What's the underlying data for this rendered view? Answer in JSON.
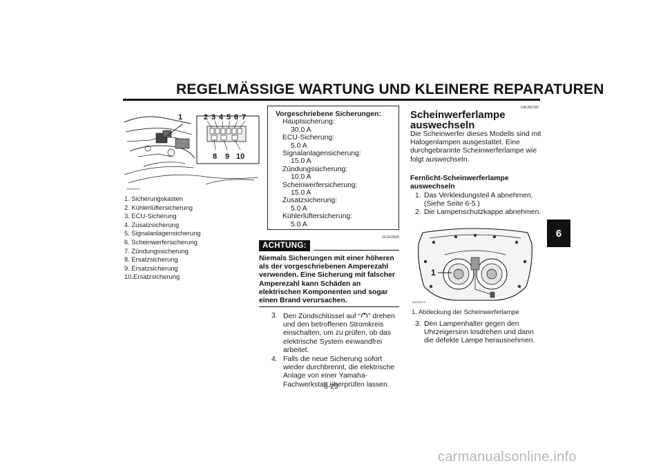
{
  "header": {
    "title": "REGELMÄSSIGE WARTUNG UND KLEINERE REPARATUREN"
  },
  "chapter_tab": {
    "label": "6"
  },
  "left": {
    "figure": {
      "code": "ZAUM0070",
      "callouts": [
        "1",
        "2",
        "3",
        "4",
        "5",
        "6",
        "7",
        "8",
        "9",
        "10"
      ]
    },
    "caption_items": [
      "1.  Sicherungskasten",
      "2.  Kühlerlüftersicherung",
      "3.  ECU-Sicherung",
      "4.  Zusatzsicherung",
      "5.  Signalanlagensicherung",
      "6.  Scheinwerfersicherung",
      "7.  Zündungssicherung",
      "8.  Ersatzsicherung",
      "9.  Ersatzsicherung",
      "10.Ersatzsicherung"
    ]
  },
  "middle": {
    "spec": {
      "title": "Vorgeschriebene Sicherungen:",
      "rows": [
        {
          "name": "Hauptsicherung:",
          "value": "30.0 A"
        },
        {
          "name": "ECU-Sicherung:",
          "value": "5.0 A"
        },
        {
          "name": "Signalanlagensicherung:",
          "value": "15.0 A"
        },
        {
          "name": "Zündungssicherung:",
          "value": "10.0 A"
        },
        {
          "name": "Scheinwerfersicherung:",
          "value": "15.0 A"
        },
        {
          "name": "Zusatzsicherung:",
          "value": "5.0 A"
        },
        {
          "name": "Kühlerlüftersicherung:",
          "value": "5.0 A"
        }
      ]
    },
    "caution_code": "GCA10640",
    "caution_label": "ACHTUNG:",
    "caution_text": "Niemals Sicherungen mit einer höheren als der vorgeschriebenen Amperezahl verwenden. Eine Sicherung mit falscher Amperezahl kann Schäden an elektrischen Komponenten und sogar einen Brand verursachen.",
    "steps": [
      {
        "num": "3.",
        "before": "Den Zündschlüssel auf “",
        "after": "” drehen und den betroffenen Stromkreis einschalten, um zu prüfen, ob das elektrische System einwandfrei arbeitet."
      },
      {
        "num": "4.",
        "text": "Falls die neue Sicherung sofort wieder durchbrennt, die elektrische Anlage von einer Yamaha-Fachwerkstatt überprüfen lassen."
      }
    ],
    "page_number": "6-23"
  },
  "right": {
    "section_code": "GAUM2180",
    "section_title": "Scheinwerferlampe auswechseln",
    "intro": "Die Scheinwerfer dieses Modells sind mit Halogenlampen ausgestattet. Eine durchgebrannte Scheinwerferlampe wie folgt auswechseln.",
    "subsection_title": "Fernlicht-Scheinwerferlampe auswechseln",
    "steps": [
      {
        "num": "1.",
        "text": "Das Verkleidungsteil A abnehmen. (Siehe Seite 6-5.)"
      },
      {
        "num": "2.",
        "text": "Die Lampenschutzkappe abnehmen."
      }
    ],
    "figure": {
      "code": "ZAUM0074",
      "callout": "1"
    },
    "figure_caption": "1.  Abdeckung der Scheinwerferlampe",
    "step3": {
      "num": "3.",
      "text": "Den Lampenhalter gegen den Uhrzeigersinn losdrehen und dann die defekte Lampe herausnehmen."
    }
  },
  "watermark": "carmanualsonline.info"
}
